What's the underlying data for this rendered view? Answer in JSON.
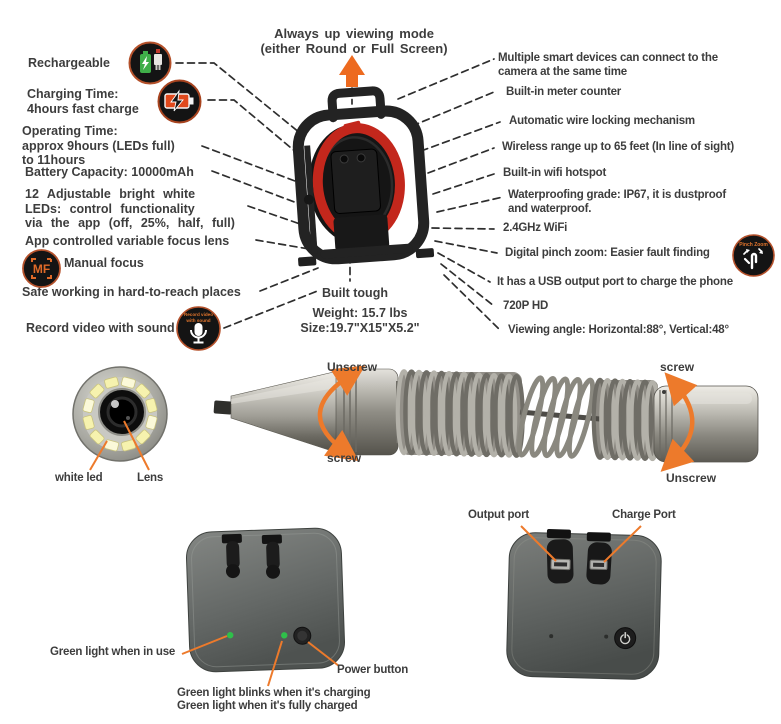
{
  "colors": {
    "accent_orange": "#ED6A1F",
    "text": "#3d3d3d",
    "reel_ring_red": "#c3271c",
    "led_green": "#2fbf4a",
    "battery_green": "#3fae49"
  },
  "top_note": {
    "text": "Always up viewing mode\n(either Round or Full Screen)"
  },
  "left_features": {
    "rechargeable": "Rechargeable",
    "charging_time": "Charging Time:\n4hours fast charge",
    "operating_time": "Operating Time:\napprox 9hours (LEDs full)\nto 11hours",
    "battery_capacity": "Battery Capacity: 10000mAh",
    "leds": "12 Adjustable bright white\nLEDs: control functionality\nvia the app (off, 25%, half, full)",
    "focus_lens": "App controlled variable focus lens",
    "manual_focus": "Manual focus",
    "safe_working": "Safe working in hard-to-reach places",
    "record_video": "Record video with sound"
  },
  "right_features": {
    "multi_device": "Multiple smart devices can connect to the\ncamera at the same time",
    "meter_counter": "Built-in meter counter",
    "wire_locking": "Automatic wire locking mechanism",
    "wireless_range": "Wireless range up to 65 feet (In line of sight)",
    "wifi_hotspot": "Built-in wifi hotspot",
    "waterproof": "Waterproofing grade: IP67, it is dustproof\nand waterproof.",
    "wifi_band": "2.4GHz WiFi",
    "pinch_zoom": "Digital pinch zoom: Easier fault finding",
    "usb_output": "It has a USB output port to charge the phone",
    "hd": "720P HD",
    "viewing_angle": "Viewing angle: Horizontal:88°, Vertical:48°"
  },
  "reel": {
    "caption": "Built tough",
    "weight": "Weight: 15.7 lbs",
    "size": "Size:19.7\"X15\"X5.2\""
  },
  "camera_assembly": {
    "left_top": "Unscrew",
    "left_bottom": "screw",
    "right_top": "screw",
    "right_bottom": "Unscrew"
  },
  "camera_face": {
    "white_led": "white led",
    "lens": "Lens"
  },
  "bottom_left_device": {
    "in_use": "Green light when in use",
    "power_button": "Power button",
    "charging_note": "Green light blinks when it's charging\nGreen light when it's fully charged"
  },
  "bottom_right_device": {
    "output_port": "Output port",
    "charge_port": "Charge Port"
  },
  "icons": {
    "mf_label": "MF",
    "record_icon_caption": "Record video\nwith sound",
    "pinch_icon_caption": "Pinch Zoom"
  }
}
